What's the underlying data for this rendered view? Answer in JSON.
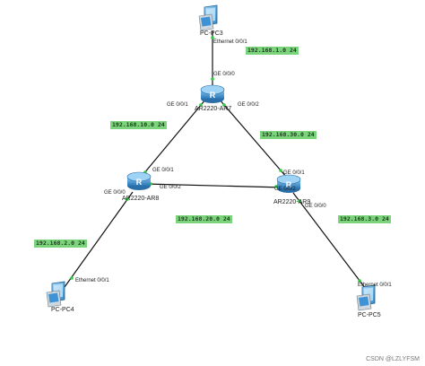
{
  "devices": {
    "pc3": {
      "label": "PC-PC3"
    },
    "pc4": {
      "label": "PC-PC4"
    },
    "pc5": {
      "label": "PC-PC5"
    },
    "ar7": {
      "label": "AR2220-AR7",
      "glyph": "R"
    },
    "ar8": {
      "label": "AR2220-AR8",
      "glyph": "R"
    },
    "ar9": {
      "label": "AR2220-AR9",
      "glyph": "R"
    }
  },
  "ports": {
    "pc3_eth": "Ethernet 0/0/1",
    "ar7_ge000": "GE 0/0/0",
    "ar7_ge001": "GE 0/0/1",
    "ar7_ge002": "GE 0/0/2",
    "ar8_ge001": "GE 0/0/1",
    "ar8_ge002": "GE 0/0/2",
    "ar8_ge000": "GE 0/0/0",
    "ar9_ge001": "GE 0/0/1",
    "ar9_ge002": "GE 0/0/2",
    "ar9_ge000": "GE 0/0/0",
    "pc4_eth": "Ethernet 0/0/1",
    "pc5_eth": "Ethernet 0/0/1"
  },
  "networks": {
    "n1": "192.168.1.0 24",
    "n10": "192.168.10.0 24",
    "n30": "192.168.30.0 24",
    "n20": "192.168.20.0 24",
    "n2": "192.168.2.0 24",
    "n3": "192.168.3.0 24"
  },
  "watermark": "CSDN @LZLYFSM",
  "colors": {
    "network_label_bg": "#7bd37b",
    "router_body": "#3a8fd0",
    "pc_screen": "#4aa3df",
    "link": "#111111"
  }
}
